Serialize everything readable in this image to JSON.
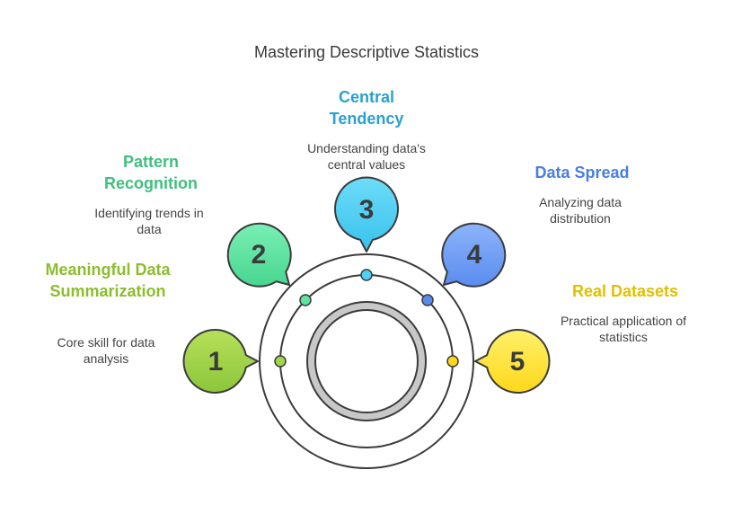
{
  "title": "Mastering Descriptive Statistics",
  "stages": [
    {
      "number": "1",
      "title": "Meaningful Data Summarization",
      "description": "Core skill for data analysis",
      "color": "#8cbd2e",
      "fill": "#a3d44a"
    },
    {
      "number": "2",
      "title": "Pattern Recognition",
      "description": "Identifying trends in data",
      "color": "#3fbf7f",
      "fill": "#5fe3a1"
    },
    {
      "number": "3",
      "title": "Central Tendency",
      "description": "Understanding data's central values",
      "color": "#2aa0d0",
      "fill": "#4fd0f5"
    },
    {
      "number": "4",
      "title": "Data Spread",
      "description": "Analyzing data distribution",
      "color": "#4a7fe0",
      "fill": "#6a9cf5"
    },
    {
      "number": "5",
      "title": "Real Datasets",
      "description": "Practical application of statistics",
      "color": "#e0c000",
      "fill": "#ffe030"
    }
  ]
}
